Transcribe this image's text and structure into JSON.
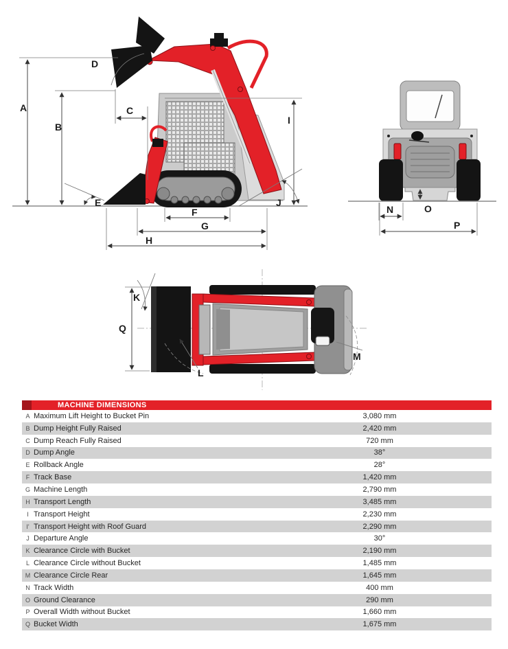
{
  "table": {
    "header": "MACHINE DIMENSIONS",
    "rows": [
      {
        "key": "A",
        "label": "Maximum Lift Height to Bucket Pin",
        "value": "3,080 mm"
      },
      {
        "key": "B",
        "label": "Dump Height Fully Raised",
        "value": "2,420 mm"
      },
      {
        "key": "C",
        "label": "Dump Reach Fully Raised",
        "value": "720 mm"
      },
      {
        "key": "D",
        "label": "Dump Angle",
        "value": "38°"
      },
      {
        "key": "E",
        "label": "Rollback Angle",
        "value": "28°"
      },
      {
        "key": "F",
        "label": "Track Base",
        "value": "1,420 mm"
      },
      {
        "key": "G",
        "label": "Machine Length",
        "value": "2,790 mm"
      },
      {
        "key": "H",
        "label": "Transport Length",
        "value": "3,485 mm"
      },
      {
        "key": "I",
        "label": "Transport Height",
        "value": "2,230 mm"
      },
      {
        "key": "I'",
        "label": "Transport Height with Roof Guard",
        "value": "2,290 mm"
      },
      {
        "key": "J",
        "label": "Departure Angle",
        "value": "30°"
      },
      {
        "key": "K",
        "label": "Clearance Circle with Bucket",
        "value": "2,190 mm"
      },
      {
        "key": "L",
        "label": "Clearance Circle without Bucket",
        "value": "1,485 mm"
      },
      {
        "key": "M",
        "label": "Clearance Circle Rear",
        "value": "1,645 mm"
      },
      {
        "key": "N",
        "label": "Track Width",
        "value": "400 mm"
      },
      {
        "key": "O",
        "label": "Ground Clearance",
        "value": "290 mm"
      },
      {
        "key": "P",
        "label": "Overall Width without Bucket",
        "value": "1,660 mm"
      },
      {
        "key": "Q",
        "label": "Bucket Width",
        "value": "1,675 mm"
      }
    ]
  },
  "colors": {
    "accent_red": "#e32128",
    "accent_red_dark": "#a4151b",
    "row_alt_gray": "#d2d2d2",
    "track_black": "#141414",
    "machine_gray": "#cbcbcb"
  }
}
